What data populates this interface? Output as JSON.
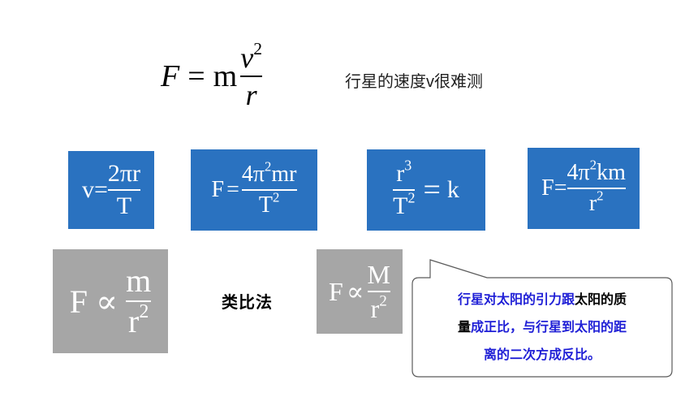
{
  "top_formula": {
    "lhs": "F",
    "eq": "=",
    "m": "m",
    "num": "v",
    "num_exp": "2",
    "den": "r"
  },
  "note": "行星的速度v很难测",
  "boxes": {
    "b1": {
      "lhs": "v=",
      "num": "2πr",
      "den": "T"
    },
    "b2": {
      "lhs": "F",
      "eq": "=",
      "num": "4π",
      "num_exp": "2",
      "num_tail": "mr",
      "den": "T",
      "den_exp": "2"
    },
    "b3": {
      "num": "r",
      "num_exp": "3",
      "den": "T",
      "den_exp": "2",
      "eq": "=",
      "rhs": "k"
    },
    "b4": {
      "lhs": "F=",
      "num": "4π",
      "num_exp": "2",
      "num_tail": "km",
      "den": "r",
      "den_exp": "2"
    },
    "b5": {
      "lhs": "F",
      "prop": "∝",
      "num": "m",
      "den": "r",
      "den_exp": "2"
    },
    "b6": {
      "lhs": "F",
      "prop": "∝",
      "num": "M",
      "den": "r",
      "den_exp": "2"
    }
  },
  "analogy": "类比法",
  "callout": {
    "line1_a": "行星对太阳的引力跟",
    "line1_b": "太阳的质",
    "line2_a": "量",
    "line2_b": "成正比，与行星到太阳的距",
    "line3": "离的二次方成反比。"
  },
  "colors": {
    "box_blue": "#2a72c0",
    "box_gray": "#a6a6a6",
    "text_blue": "#1f1fd6"
  }
}
